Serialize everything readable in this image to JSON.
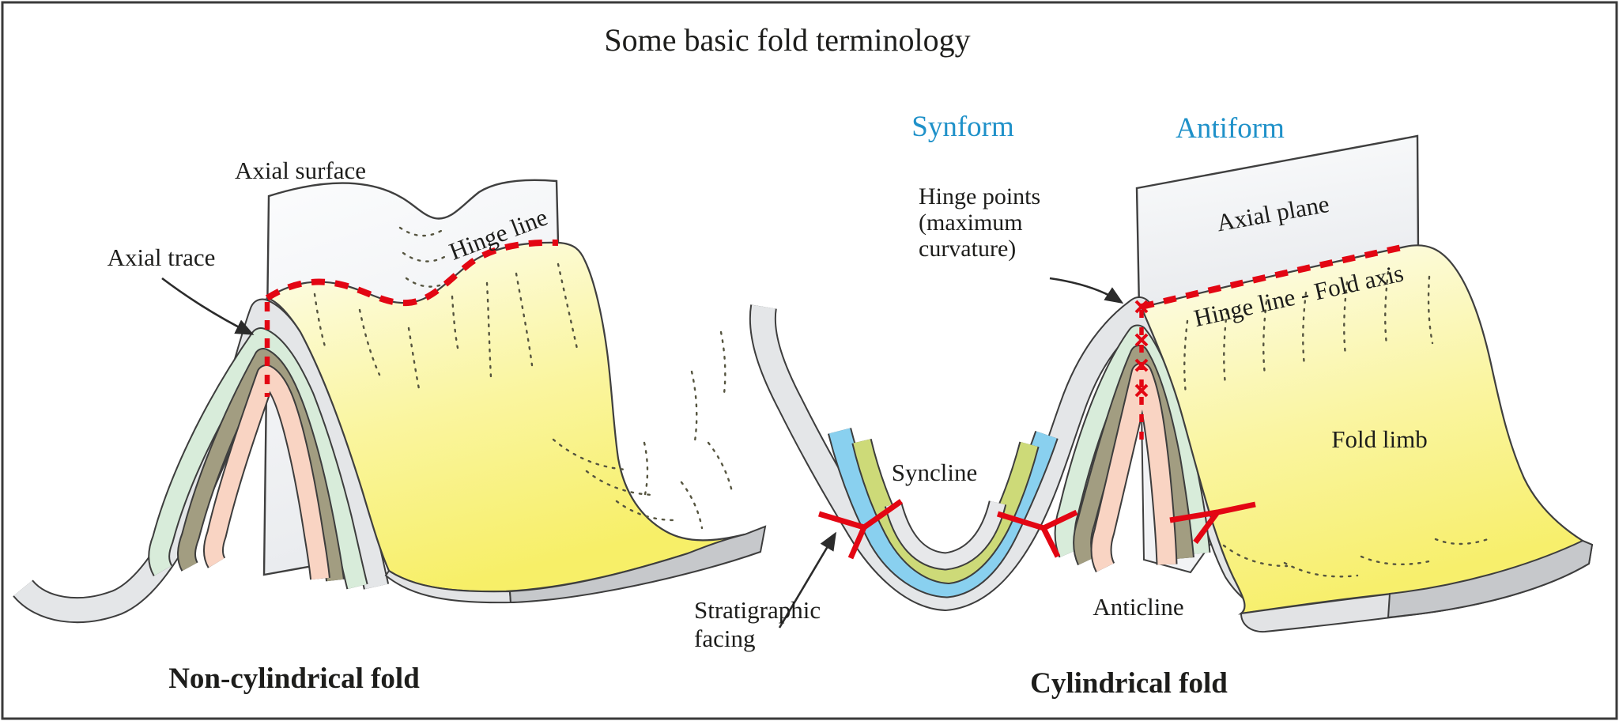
{
  "title": "Some basic fold terminology",
  "left_diagram": {
    "caption": "Non-cylindrical fold",
    "labels": {
      "axial_surface": "Axial surface",
      "axial_trace": "Axial trace",
      "hinge_line": "Hinge line"
    }
  },
  "right_diagram": {
    "caption": "Cylindrical fold",
    "labels": {
      "synform": "Synform",
      "antiform": "Antiform",
      "hinge_points_line1": "Hinge points",
      "hinge_points_line2": "(maximum",
      "hinge_points_line3": "curvature)",
      "axial_plane": "Axial plane",
      "hinge_line_fold_axis": "Hinge line - Fold axis",
      "fold_limb": "Fold limb",
      "syncline": "Syncline",
      "anticline": "Anticline",
      "stratigraphic_line1": "Stratigraphic",
      "stratigraphic_line2": "facing",
      "cylindrical": "Cylindrical fold"
    }
  },
  "colors": {
    "layer_gray": "#e4e6e8",
    "layer_green": "#d8ecda",
    "layer_olive": "#a29d81",
    "layer_pink": "#f9d4c3",
    "layer_blue": "#89d0ef",
    "layer_yellow_green": "#cdda78",
    "fold_surface_yellow": "#f7ef68",
    "plane_gray": "#eceef0",
    "hinge_red": "#e30613",
    "form_label_blue": "#1f91c9",
    "outline_dark": "#3d3d3d"
  }
}
